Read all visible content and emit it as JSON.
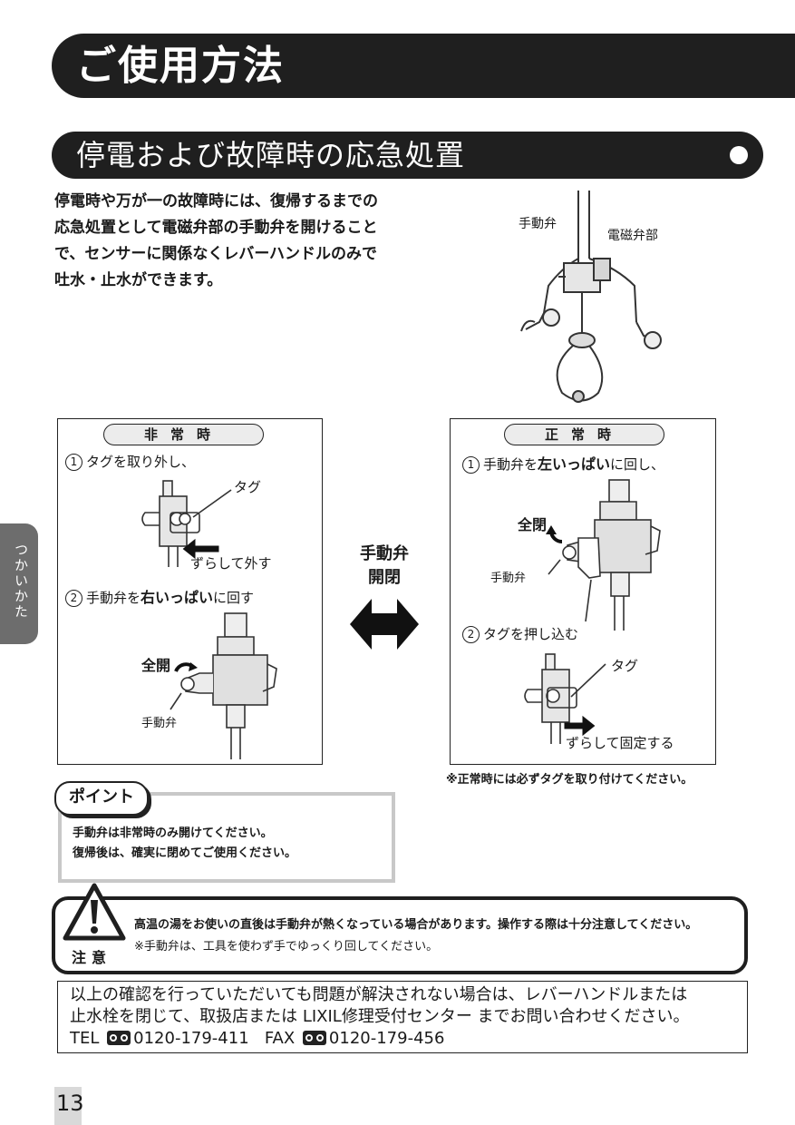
{
  "header": {
    "title": "ご使用方法"
  },
  "section": {
    "title": "停電および故障時の応急処置"
  },
  "intro": {
    "lines": [
      "停電時や万が一の故障時には、復帰するまでの",
      "応急処置として電磁弁部の手動弁を開けること",
      "で、センサーに関係なくレバーハンドルのみで",
      "吐水・止水ができます。"
    ]
  },
  "top_illustration": {
    "label_valve": "手動弁",
    "label_solenoid": "電磁弁部"
  },
  "panel_emergency": {
    "title": "非常時",
    "step1_num": "1",
    "step1": "タグを取り外し、",
    "tag_label": "タグ",
    "slide_label": "ずらして外す",
    "step2_num": "2",
    "step2_pre": "手動弁を",
    "step2_bold": "右いっぱい",
    "step2_post": "に回す",
    "open_label": "全開",
    "valve_label": "手動弁"
  },
  "middle": {
    "line1": "手動弁",
    "line2": "開閉"
  },
  "panel_normal": {
    "title": "正常時",
    "step1_num": "1",
    "step1_pre": "手動弁を",
    "step1_bold": "左いっぱい",
    "step1_post": "に回し、",
    "close_label": "全閉",
    "valve_label": "手動弁",
    "step2_num": "2",
    "step2": "タグを押し込む",
    "tag_label": "タグ",
    "fix_label": "ずらして固定する"
  },
  "note_normal": "※正常時には必ずタグを取り付けてください。",
  "point": {
    "tag": "ポイント",
    "lines": [
      "手動弁は非常時のみ開けてください。",
      "復帰後は、確実に閉めてご使用ください。"
    ]
  },
  "caution": {
    "label": "注意",
    "line1": "高温の湯をお使いの直後は手動弁が熱くなっている場合があります。操作する際は十分注意してください。",
    "line2": "※手動弁は、工具を使わず手でゆっくり回してください。"
  },
  "contact": {
    "line1": "以上の確認を行っていただいても問題が解決されない場合は、レバーハンドルまたは",
    "line2": "止水栓を閉じて、取扱店または LIXIL修理受付センター までお問い合わせください。",
    "tel_label": "TEL",
    "tel": "0120-179-411",
    "fax_label": "FAX",
    "fax": "0120-179-456"
  },
  "side_tab": "つかいかた",
  "page_number": "13"
}
